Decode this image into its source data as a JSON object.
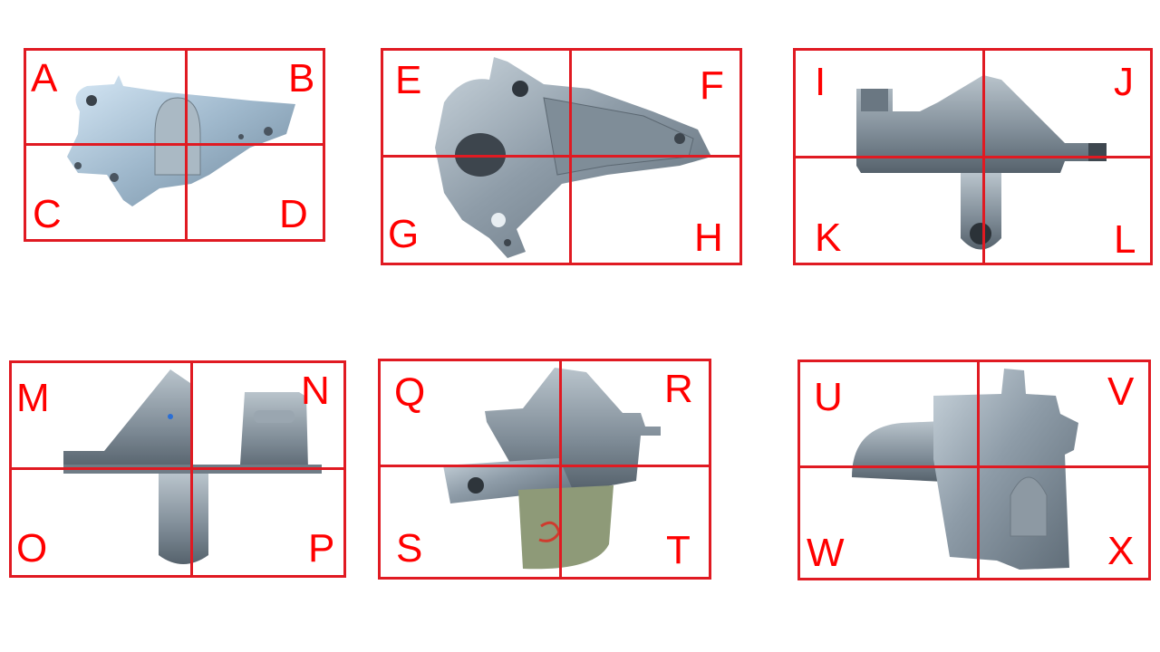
{
  "colors": {
    "grid": "#e01a22",
    "label": "#ff0000",
    "metal": "#8a9aa6"
  },
  "panels": [
    {
      "id": "p1",
      "labels": [
        "A",
        "B",
        "C",
        "D"
      ]
    },
    {
      "id": "p2",
      "labels": [
        "E",
        "F",
        "G",
        "H"
      ]
    },
    {
      "id": "p3",
      "labels": [
        "I",
        "J",
        "K",
        "L"
      ]
    },
    {
      "id": "p4",
      "labels": [
        "M",
        "N",
        "O",
        "P"
      ]
    },
    {
      "id": "p5",
      "labels": [
        "Q",
        "R",
        "S",
        "T"
      ]
    },
    {
      "id": "p6",
      "labels": [
        "U",
        "V",
        "W",
        "X"
      ]
    }
  ]
}
